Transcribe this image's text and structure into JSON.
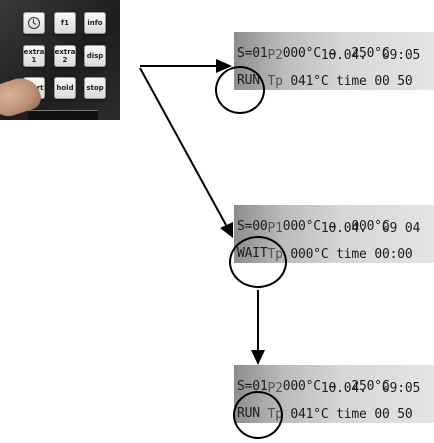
{
  "keypad": {
    "keys": [
      {
        "label": "",
        "icon": "clock-icon"
      },
      {
        "label": "f1"
      },
      {
        "label": "info"
      },
      {
        "label": "extra\n1"
      },
      {
        "label": "extra\n2"
      },
      {
        "label": "disp"
      },
      {
        "label": "start"
      },
      {
        "label": "hold"
      },
      {
        "label": "stop"
      }
    ]
  },
  "display_top": {
    "line1_left": "P2",
    "line1_right": "10.04.  09:05",
    "line2": "S=01  000°C →  250°C",
    "line3_label": "Tp",
    "line3_value": "041°C time 00 50",
    "status": "RUN"
  },
  "display_middle": {
    "line1_left": "P1",
    "line1_right": "10.04.  09 04",
    "line2": "S=00  000°C →  000°C",
    "line3_label": "Tp",
    "line3_value": "000°C time 00:00",
    "status": "WAIT"
  },
  "display_bottom": {
    "line1_left": "P2",
    "line1_right": "10.04.  09:05",
    "line2": "S=01  000°C →  250°C",
    "line3_label": "Tp",
    "line3_value": "041°C time 00 50",
    "status": "RUN"
  }
}
